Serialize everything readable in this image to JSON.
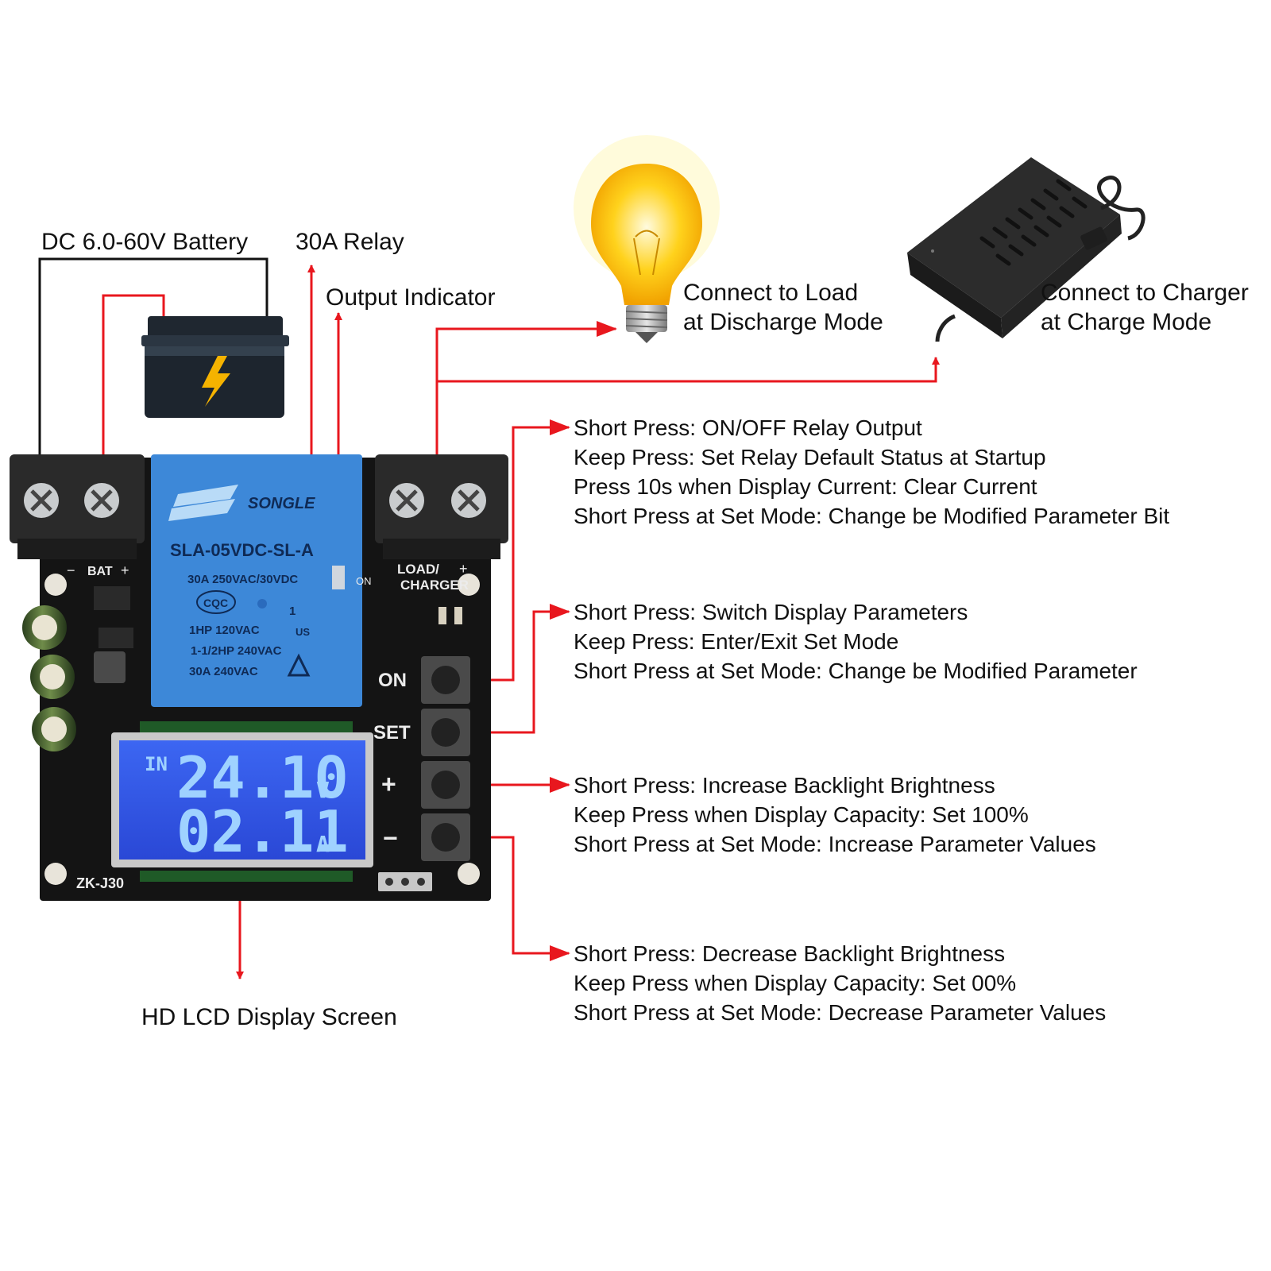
{
  "labels": {
    "battery": "DC 6.0-60V Battery",
    "relay": "30A Relay",
    "output_indicator": "Output Indicator",
    "lcd": "HD LCD Display Screen",
    "load": [
      "Connect to Load",
      "at Discharge Mode"
    ],
    "charger": [
      "Connect to Charger",
      "at Charge Mode"
    ]
  },
  "button_notes": {
    "on": [
      "Short Press:  ON/OFF Relay Output",
      "Keep Press: Set Relay Default Status at Startup",
      "Press 10s when Display Current: Clear Current",
      "Short Press at Set Mode: Change be Modified Parameter Bit"
    ],
    "set": [
      "Short Press: Switch Display Parameters",
      "Keep Press: Enter/Exit Set Mode",
      "Short Press at Set Mode: Change be Modified Parameter"
    ],
    "plus": [
      "Short Press: Increase Backlight Brightness",
      "Keep Press when Display Capacity: Set 100%",
      "Short Press at Set Mode: Increase Parameter Values"
    ],
    "minus": [
      "Short Press: Decrease Backlight Brightness",
      "Keep Press when Display Capacity: Set 00%",
      "Short Press at Set Mode: Decrease Parameter Values"
    ]
  },
  "board": {
    "terminal_bat": "BAT",
    "terminal_load": "LOAD/",
    "terminal_charger": "CHARGER",
    "minus_sign": "−",
    "plus_sign": "+",
    "indicator_on": "ON",
    "btn_on": "ON",
    "btn_set": "SET",
    "btn_plus": "+",
    "btn_minus": "−",
    "model": "ZK-J30",
    "lcd_in": "IN",
    "lcd_voltage": "24.10",
    "lcd_voltage_unit": "V",
    "lcd_current": "02.11",
    "lcd_current_unit": "A"
  },
  "relay": {
    "brand": "SONGLE",
    "model": "SLA-05VDC-SL-A",
    "rating1": "30A 250VAC/30VDC",
    "rating2": "1HP 120VAC",
    "rating3": "1-1/2HP 240VAC",
    "rating4": "30A 240VAC",
    "cert": "CQC",
    "ul": "US",
    "mark": "1"
  },
  "colors": {
    "arrow": "#e8171e",
    "pcb": "#141414",
    "relay": "#3d88d8",
    "lcd": "#2f55e8",
    "lcd_digits": "#9fd2ff"
  }
}
